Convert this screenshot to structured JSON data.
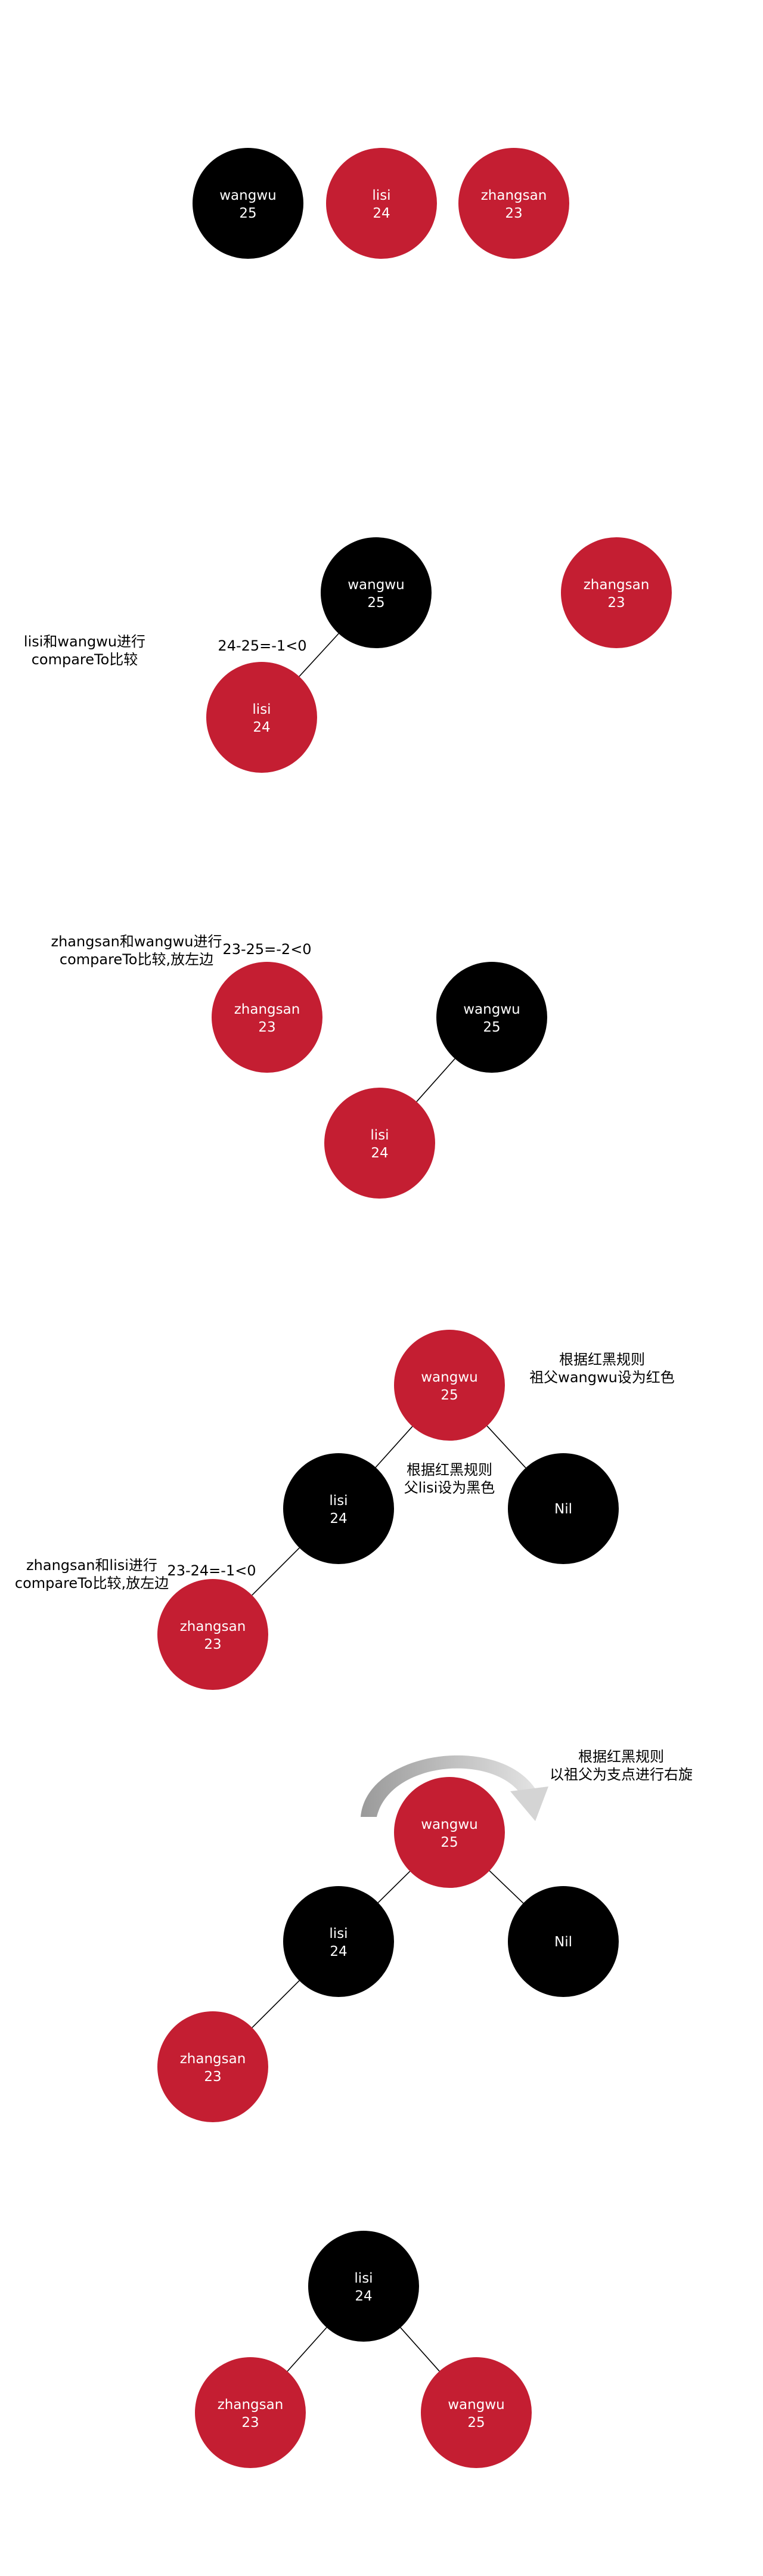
{
  "colors": {
    "red": "#c41e32",
    "black": "#000000",
    "white": "#ffffff",
    "arrow": "#b3b3b3"
  },
  "steps": [
    {
      "nodes": [
        {
          "name": "wangwu",
          "value": "25",
          "color": "black"
        },
        {
          "name": "lisi",
          "value": "24",
          "color": "red"
        },
        {
          "name": "zhangsan",
          "value": "23",
          "color": "red"
        }
      ],
      "notes": []
    },
    {
      "nodes": [
        {
          "name": "wangwu",
          "value": "25",
          "color": "black"
        },
        {
          "name": "zhangsan",
          "value": "23",
          "color": "red"
        },
        {
          "name": "lisi",
          "value": "24",
          "color": "red"
        }
      ],
      "notes": [
        {
          "lines": [
            "lisi和wangwu进行",
            "compareTo比较"
          ]
        },
        {
          "lines": [
            "24-25=-1<0"
          ]
        }
      ]
    },
    {
      "nodes": [
        {
          "name": "zhangsan",
          "value": "23",
          "color": "red"
        },
        {
          "name": "wangwu",
          "value": "25",
          "color": "black"
        },
        {
          "name": "lisi",
          "value": "24",
          "color": "red"
        }
      ],
      "notes": [
        {
          "lines": [
            "zhangsan和wangwu进行",
            "compareTo比较,放左边"
          ]
        },
        {
          "lines": [
            "23-25=-2<0"
          ]
        }
      ]
    },
    {
      "nodes": [
        {
          "name": "wangwu",
          "value": "25",
          "color": "red"
        },
        {
          "name": "lisi",
          "value": "24",
          "color": "black"
        },
        {
          "name": "Nil",
          "value": "",
          "color": "black"
        },
        {
          "name": "zhangsan",
          "value": "23",
          "color": "red"
        }
      ],
      "notes": [
        {
          "lines": [
            "根据红黑规则",
            "祖父wangwu设为红色"
          ]
        },
        {
          "lines": [
            "根据红黑规则",
            "父lisi设为黑色"
          ]
        },
        {
          "lines": [
            "zhangsan和lisi进行",
            "compareTo比较,放左边"
          ]
        },
        {
          "lines": [
            "23-24=-1<0"
          ]
        }
      ]
    },
    {
      "nodes": [
        {
          "name": "wangwu",
          "value": "25",
          "color": "red"
        },
        {
          "name": "lisi",
          "value": "24",
          "color": "black"
        },
        {
          "name": "Nil",
          "value": "",
          "color": "black"
        },
        {
          "name": "zhangsan",
          "value": "23",
          "color": "red"
        }
      ],
      "notes": [
        {
          "lines": [
            "根据红黑规则",
            "以祖父为支点进行右旋"
          ]
        }
      ]
    },
    {
      "nodes": [
        {
          "name": "lisi",
          "value": "24",
          "color": "black"
        },
        {
          "name": "zhangsan",
          "value": "23",
          "color": "red"
        },
        {
          "name": "wangwu",
          "value": "25",
          "color": "red"
        }
      ],
      "notes": []
    }
  ]
}
